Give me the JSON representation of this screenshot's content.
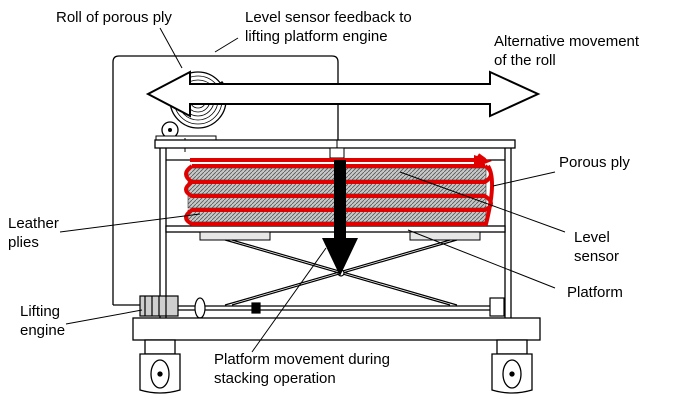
{
  "labels": {
    "roll_of_porous_ply": "Roll of porous ply",
    "level_sensor_feedback": "Level sensor feedback to\nlifting platform engine",
    "alternative_movement": "Alternative movement\nof the roll",
    "porous_ply": "Porous ply",
    "leather_plies": "Leather\nplies",
    "level_sensor": "Level\nsensor",
    "platform": "Platform",
    "lifting_engine": "Lifting\nengine",
    "platform_movement": "Platform movement during\nstacking operation"
  },
  "colors": {
    "ply_path": "#e00000",
    "line": "#000000",
    "stack_fill": "#bdbdbd"
  }
}
